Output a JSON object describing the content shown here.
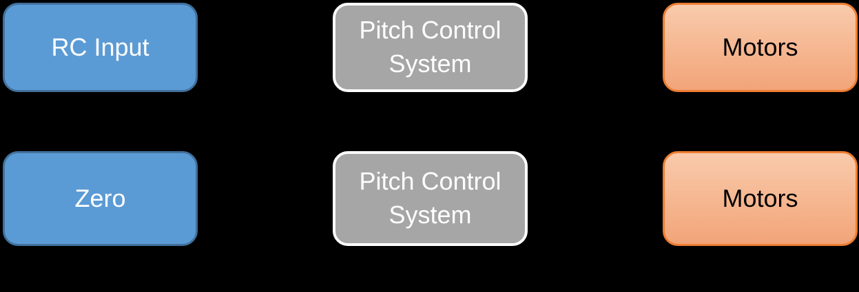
{
  "colors": {
    "background": "#000000",
    "input_fill": "#5B9BD5",
    "input_border": "#41719C",
    "input_text": "#FFFFFF",
    "process_fill": "#A6A6A6",
    "process_border": "#FFFFFF",
    "process_text": "#FFFFFF",
    "output_fill_top": "#F9CBAC",
    "output_fill_bottom": "#F2A478",
    "output_border": "#ED7D31",
    "output_text": "#000000"
  },
  "diagram": {
    "type": "block-diagram",
    "description": "Two parallel signal-flow rows: input block feeding a Pitch Control System block feeding a Motors block",
    "nodes": {
      "r1c1": {
        "label": "RC Input"
      },
      "r1c2": {
        "label": "Pitch Control System"
      },
      "r1c3": {
        "label": "Motors"
      },
      "r2c1": {
        "label": "Zero"
      },
      "r2c2": {
        "label": "Pitch Control System"
      },
      "r2c3": {
        "label": "Motors"
      }
    }
  }
}
